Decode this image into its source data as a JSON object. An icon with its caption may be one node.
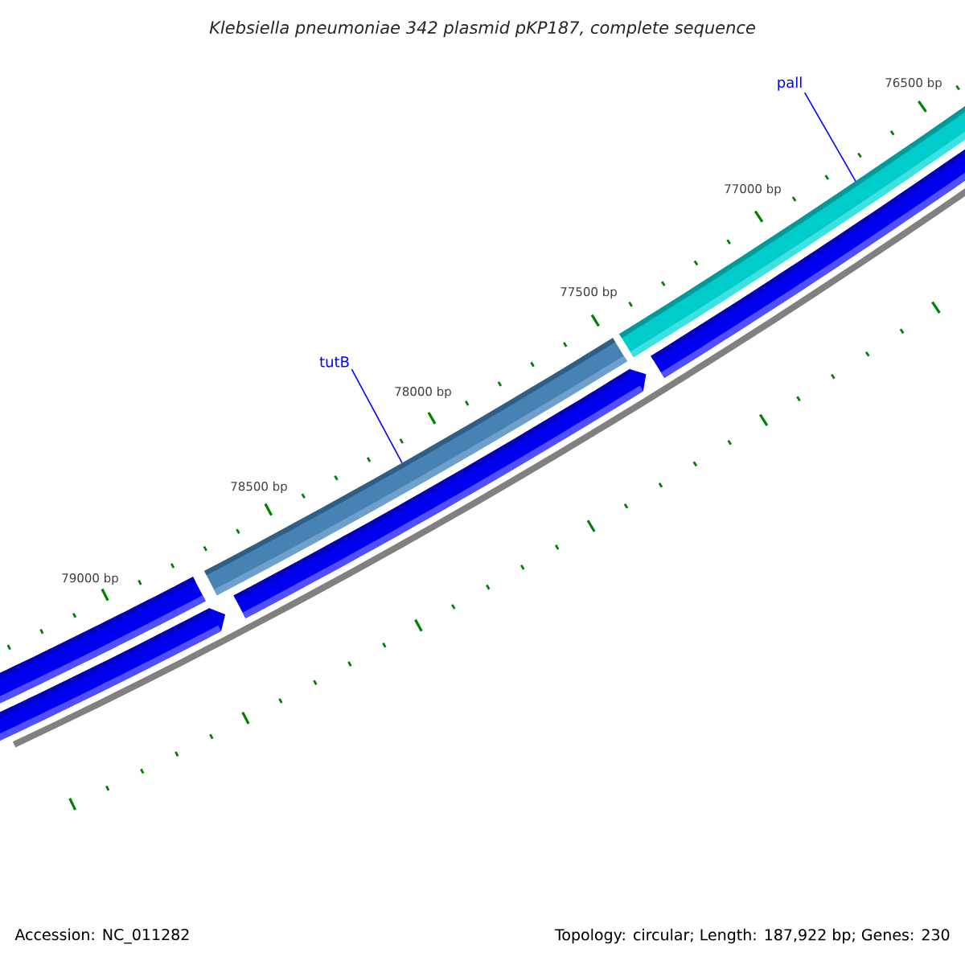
{
  "diagram": {
    "title": "Klebsiella pneumoniae 342 plasmid pKP187, complete sequence",
    "nodes": [
      {
        "text": [
          "pall"
        ]
      },
      {
        "text": [],
        "shape": "bar"
      },
      {
        "text": [
          "tutB"
        ]
      },
      {
        "text": [],
        "shape": "bar"
      }
    ],
    "edges": [
      {
        "from": 0,
        "to": 1,
        "arrow": "none"
      },
      {
        "from": 2,
        "to": 3,
        "arrow": "none"
      }
    ],
    "labels": [
      "76500 bp",
      "77000 bp",
      "77500 bp",
      "78000 bp",
      "78500 bp",
      "79000 bp",
      "Accession: NC_011282",
      "Topology: circular; Length: 187,922 bp; Genes: 230"
    ]
  }
}
